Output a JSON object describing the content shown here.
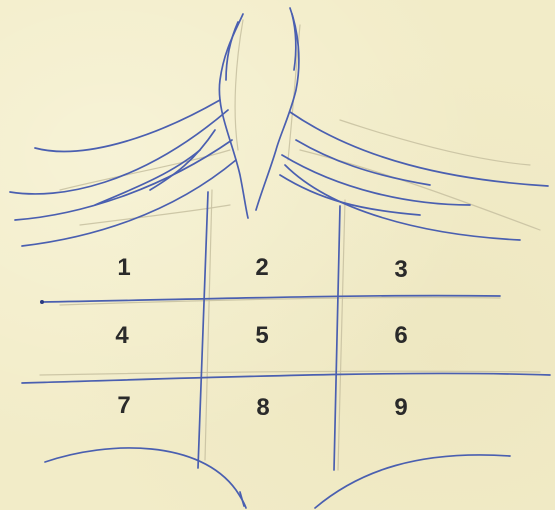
{
  "regions": [
    {
      "id": 1,
      "label": "1"
    },
    {
      "id": 2,
      "label": "2"
    },
    {
      "id": 3,
      "label": "3"
    },
    {
      "id": 4,
      "label": "4"
    },
    {
      "id": 5,
      "label": "5"
    },
    {
      "id": 6,
      "label": "6"
    },
    {
      "id": 7,
      "label": "7"
    },
    {
      "id": 8,
      "label": "8"
    },
    {
      "id": 9,
      "label": "9"
    }
  ],
  "colors": {
    "paper": "#f2ecc8",
    "ink": "#4a5fb0",
    "pencil": "#c9c2a2",
    "label": "#2a2a2a"
  }
}
